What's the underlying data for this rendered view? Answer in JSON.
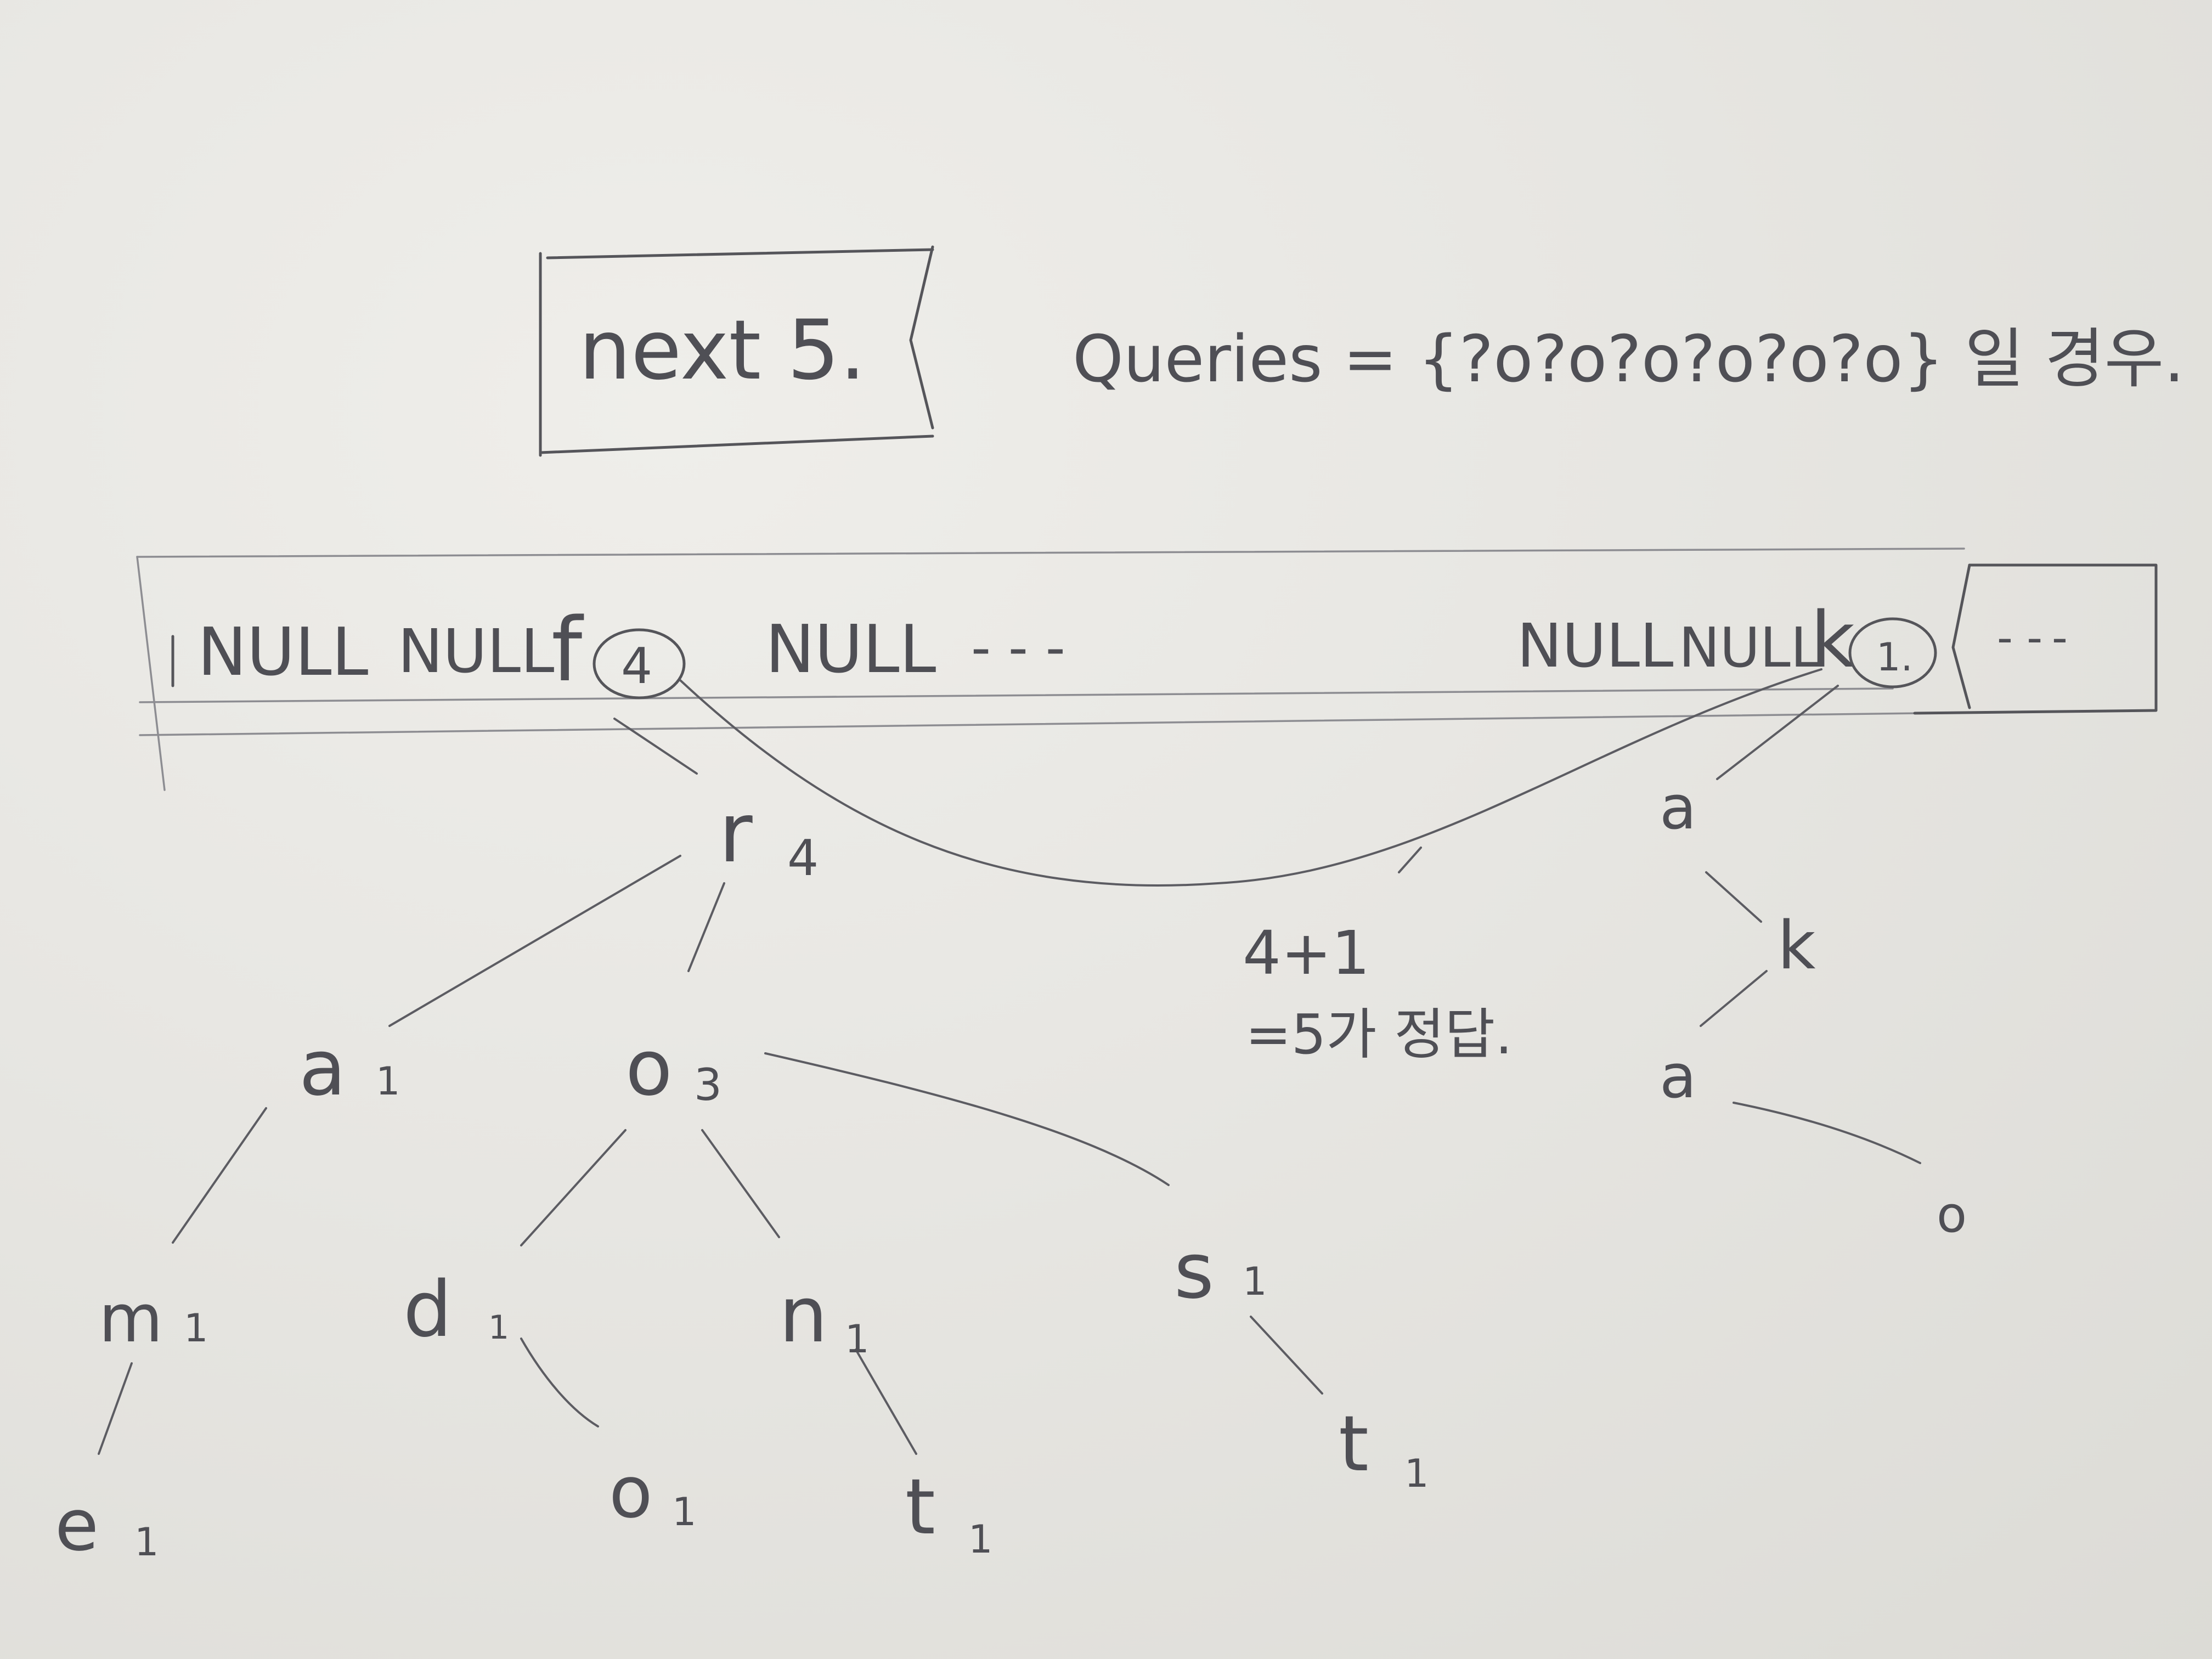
{
  "header": {
    "title": "next 5.",
    "queries": "Queries = {?o?o?o?o?o?o} 일 경우."
  },
  "bucket_row": {
    "cells": [
      "NULL",
      "NULL",
      "f",
      "NULL",
      "- - -",
      "NULL",
      "NULL",
      "k",
      "- -",
      "-"
    ],
    "f_count": "4",
    "k_count": "1."
  },
  "tree_f": {
    "root": {
      "char": "r",
      "count": "4"
    },
    "level1": [
      {
        "char": "a",
        "count": "1"
      },
      {
        "char": "o",
        "count": "3"
      }
    ],
    "level2": [
      {
        "char": "m",
        "count": "1"
      },
      {
        "char": "d",
        "count": "1"
      },
      {
        "char": "n",
        "count": "1"
      },
      {
        "char": "s",
        "count": "1"
      }
    ],
    "level3": [
      {
        "char": "e",
        "count": "1"
      },
      {
        "char": "o",
        "count": "1"
      },
      {
        "char": "t",
        "count": "1"
      },
      {
        "char": "t",
        "count": "1"
      }
    ]
  },
  "tree_k": {
    "nodes": [
      "a",
      "k",
      "a",
      "o"
    ]
  },
  "annotation": {
    "sum": "4+1",
    "result": "=5가 정답."
  }
}
